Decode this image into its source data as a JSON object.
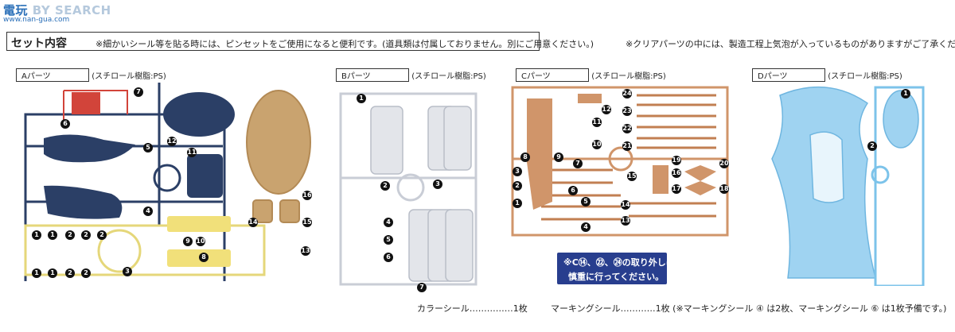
{
  "header": {
    "logo_cn": "電玩",
    "logo_en": "BY SEARCH",
    "domain": "www.nan-gua.com"
  },
  "contents": {
    "title": "セット内容",
    "note": "※細かいシール等を貼る時には、ピンセットをご使用になると便利です。(道具類は付属しておりません。別にご用意ください。)"
  },
  "clear_note": "※クリアパーツの中には、製造工程上気泡が入っているものがありますがご了承ください。",
  "panels": [
    {
      "id": "A",
      "label": "Aパーツ",
      "material": "(スチロール樹脂:PS)",
      "color": "#2b3f66"
    },
    {
      "id": "B",
      "label": "Bパーツ",
      "material": "(スチロール樹脂:PS)",
      "color": "#c9cdd6"
    },
    {
      "id": "C",
      "label": "Cパーツ",
      "material": "(スチロール樹脂:PS)",
      "color": "#d0956a"
    },
    {
      "id": "D",
      "label": "Dパーツ",
      "material": "(スチロール樹脂:PS)",
      "color": "#7cc3ea"
    }
  ],
  "note_box": {
    "line1": "※C⑭、㉒、㉔の取り外しは",
    "line2": "慎重に行ってください。"
  },
  "footer": {
    "color_seal": "カラーシール……………1枚",
    "marking_seal": "マーキングシール…………1枚 (※マーキングシール ④ は2枚、マーキングシール ⑥ は1枚予備です。)"
  },
  "part_numbers": {
    "A": [
      "7",
      "6",
      "5",
      "12",
      "11",
      "4",
      "1",
      "1",
      "2",
      "2",
      "2",
      "1",
      "1",
      "2",
      "2",
      "3",
      "9",
      "10",
      "8",
      "13",
      "14",
      "15",
      "16"
    ],
    "B": [
      "1",
      "2",
      "3",
      "4",
      "5",
      "6",
      "7"
    ],
    "C": [
      "24",
      "23",
      "22",
      "21",
      "12",
      "11",
      "10",
      "8",
      "9",
      "7",
      "6",
      "5",
      "4",
      "3",
      "2",
      "1",
      "13",
      "14",
      "15",
      "16",
      "17",
      "18",
      "19",
      "20"
    ],
    "D": [
      "1",
      "2"
    ]
  }
}
